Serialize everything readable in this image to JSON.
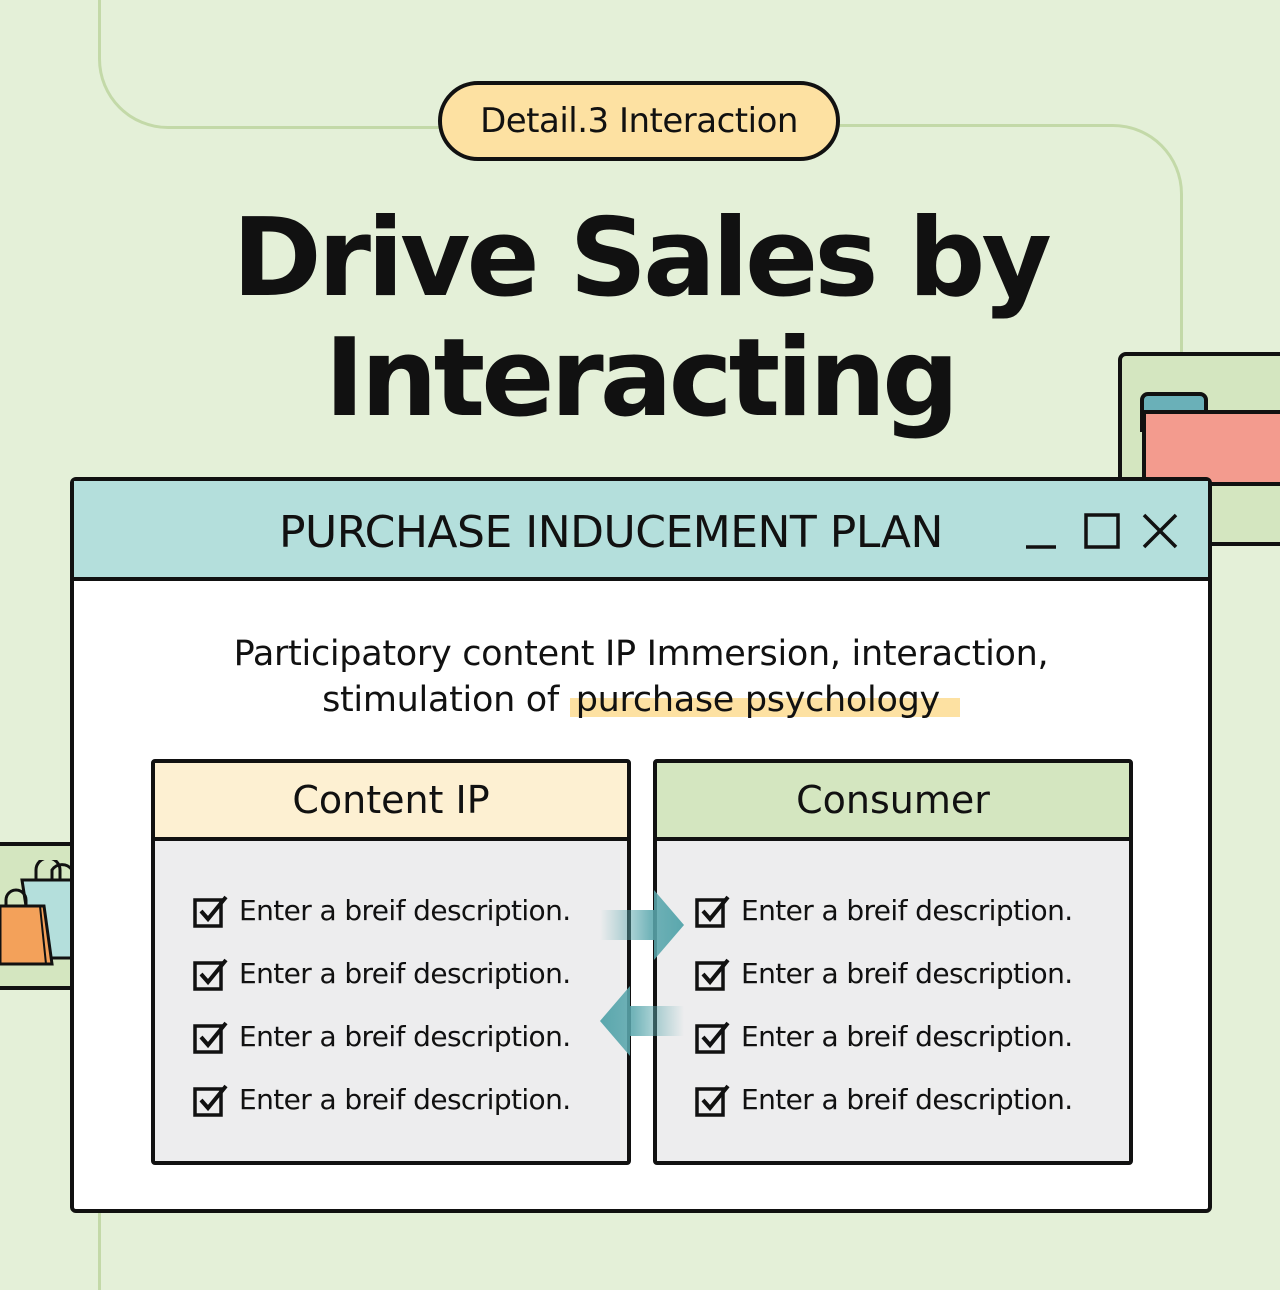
{
  "badge": {
    "label": "Detail.3 Interaction"
  },
  "headline": {
    "line1": "Drive Sales by",
    "line2": "Interacting"
  },
  "window": {
    "title": "PURCHASE INDUCEMENT PLAN",
    "controls": [
      "minimize-icon",
      "maximize-icon",
      "close-icon"
    ],
    "header_color": "#b4dfdc"
  },
  "description": {
    "line1": "Participatory content IP Immersion, interaction,",
    "line2_prefix": "stimulation of ",
    "line2_highlight": "purchase psychology"
  },
  "panels": {
    "content_ip": {
      "title": "Content IP",
      "color": "#fdf0d2",
      "items": [
        "Enter a breif description.",
        "Enter a breif description.",
        "Enter a breif description.",
        "Enter a breif description."
      ]
    },
    "consumer": {
      "title": "Consumer",
      "color": "#d4e6c0",
      "items": [
        "Enter a breif description.",
        "Enter a breif description.",
        "Enter a breif description.",
        "Enter a breif description."
      ]
    }
  },
  "colors": {
    "background": "#e4f0d8",
    "accent": "#fde1a2",
    "arrow": "#5aa7ad",
    "folder": "#f39b8e"
  },
  "icons": [
    "checkbox-icon",
    "arrow-right-icon",
    "arrow-left-icon",
    "shopping-bags-icon",
    "folder-icon"
  ]
}
